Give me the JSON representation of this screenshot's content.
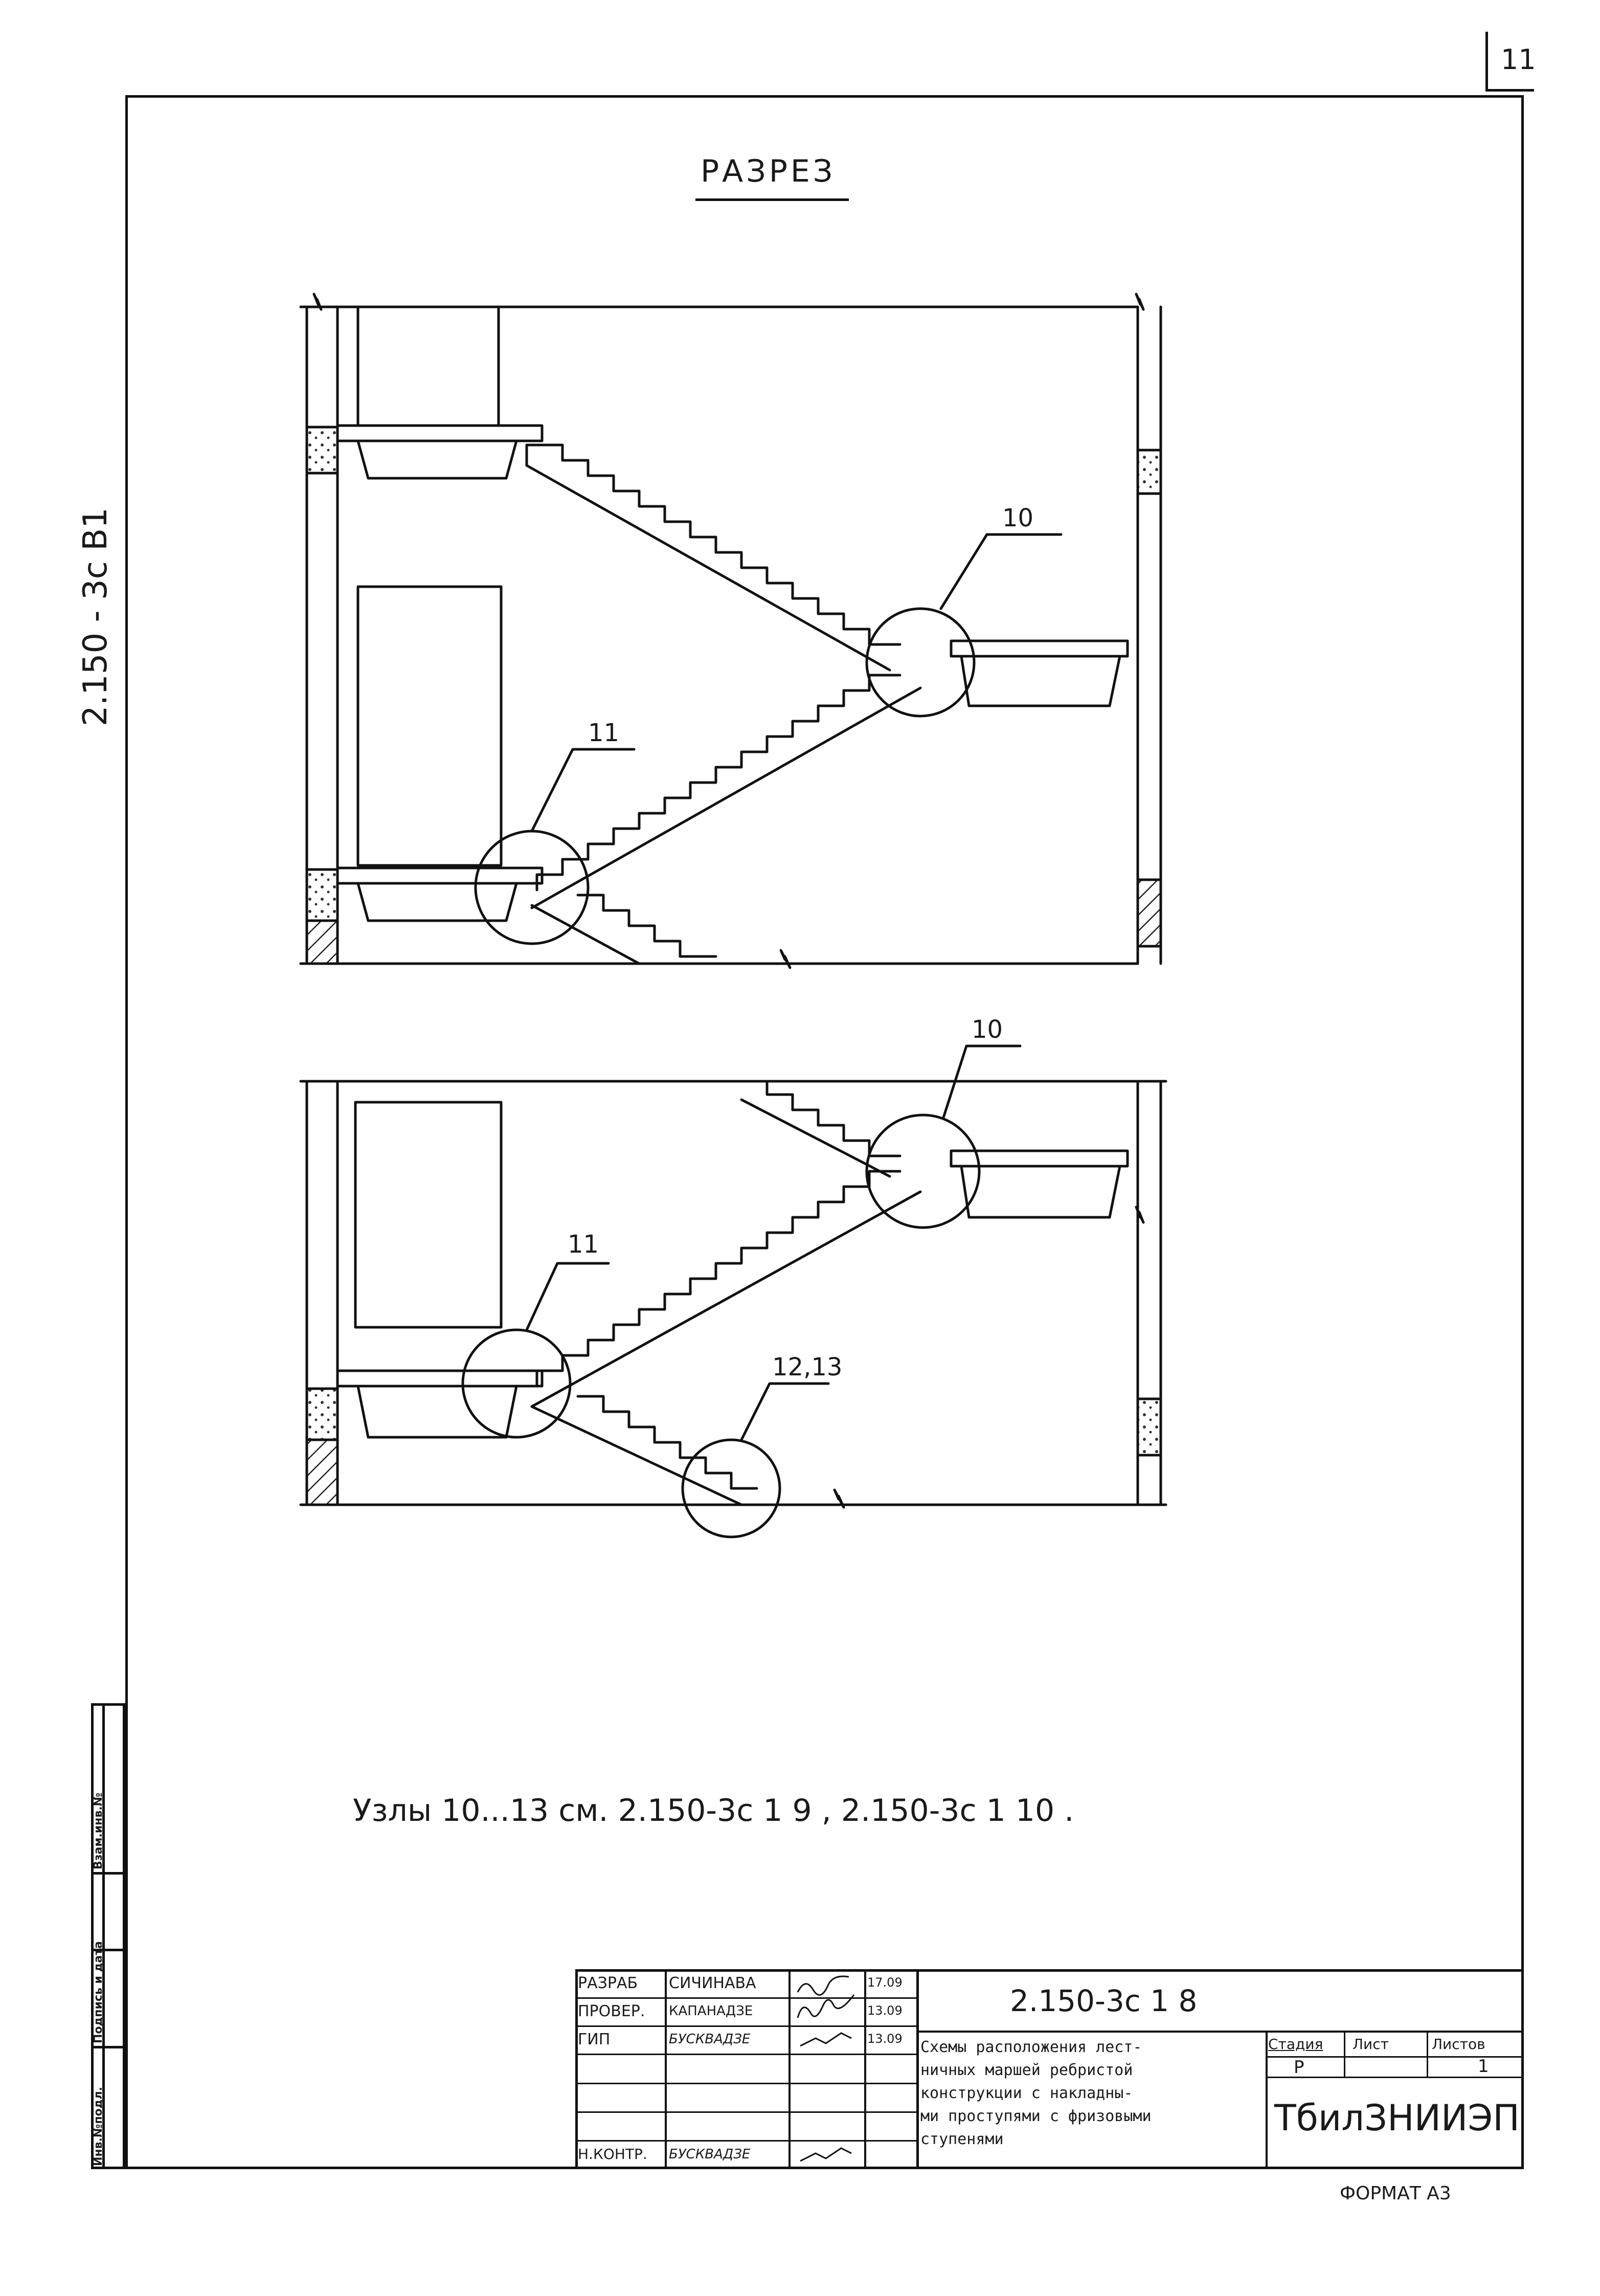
{
  "sheet_number": "11",
  "side_code": "2.150 - 3с В1",
  "section_title": "Разрез",
  "callouts": {
    "upper_node_10": "10",
    "upper_node_11": "11",
    "lower_node_10": "10",
    "lower_node_11": "11",
    "lower_node_12_13": "12,13"
  },
  "note": "Узлы 10...13 см. 2.150-3с 1 9 , 2.150-3с 1 10 .",
  "side_stamp": {
    "inv_podl": "Инв.№подл.",
    "podpis_data": "Подпись и дата",
    "vzam_inv": "Взам.инв.№"
  },
  "title_block": {
    "rows": [
      {
        "role": "Разраб",
        "name": "Сичинава",
        "date": "17.09"
      },
      {
        "role": "Провер.",
        "name": "Капанадзе",
        "date": "13.09"
      },
      {
        "role": "ГИП",
        "name": "Бусквадзе",
        "date": "13.09"
      },
      {
        "role": "",
        "name": "",
        "date": ""
      },
      {
        "role": "",
        "name": "",
        "date": ""
      },
      {
        "role": "Н.контр.",
        "name": "Бусквадзе",
        "date": ""
      }
    ],
    "doc_code": "2.150-3с 1 8",
    "description_lines": [
      "Схемы расположения лест-",
      "ничных маршей ребристой",
      "конструкции с накладны-",
      "ми проступями с фризовыми",
      "ступенями"
    ],
    "stage_label": "Стадия",
    "sheet_label": "Лист",
    "sheets_label": "Листов",
    "stage_value": "Р",
    "sheet_value": "",
    "sheets_value": "1",
    "organization": "ТбилЗНИИЭП"
  },
  "format": "Формат А3"
}
